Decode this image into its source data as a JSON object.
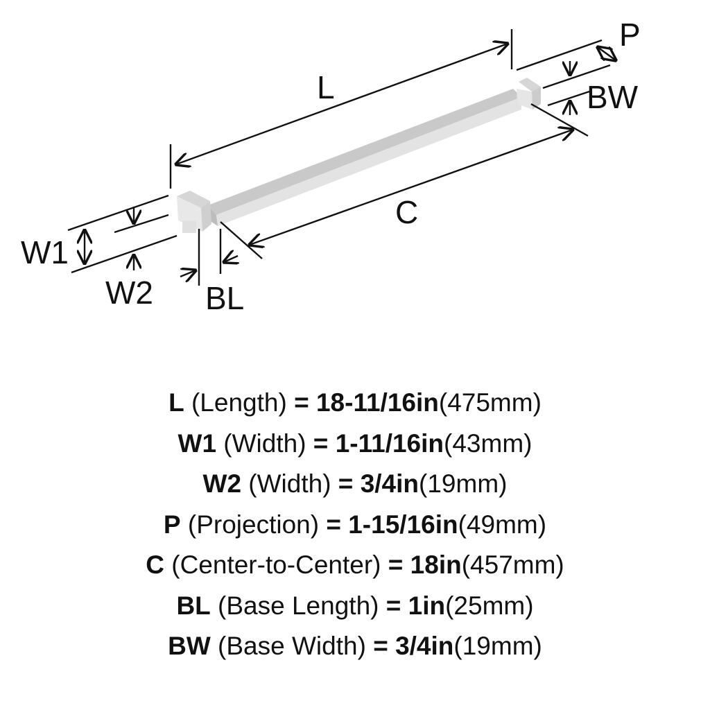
{
  "diagram": {
    "labels": {
      "L": "L",
      "C": "C",
      "P": "P",
      "BW": "BW",
      "W1": "W1",
      "W2": "W2",
      "BL": "BL"
    },
    "bar_color": "#dcdcdc"
  },
  "specs": [
    {
      "code": "L",
      "desc": " (Length) ",
      "eq": "= ",
      "imperial": "18-11/16in",
      "metric": "(475mm)"
    },
    {
      "code": "W1",
      "desc": " (Width) ",
      "eq": "= ",
      "imperial": "1-11/16in",
      "metric": "(43mm)"
    },
    {
      "code": "W2",
      "desc": " (Width) ",
      "eq": "= ",
      "imperial": "3/4in",
      "metric": "(19mm)"
    },
    {
      "code": "P",
      "desc": " (Projection) ",
      "eq": "= ",
      "imperial": "1-15/16in",
      "metric": "(49mm)"
    },
    {
      "code": "C",
      "desc": " (Center-to-Center) ",
      "eq": "= ",
      "imperial": "18in",
      "metric": "(457mm)"
    },
    {
      "code": "BL",
      "desc": " (Base Length) ",
      "eq": "= ",
      "imperial": "1in",
      "metric": "(25mm)"
    },
    {
      "code": "BW",
      "desc": " (Base Width) ",
      "eq": "= ",
      "imperial": "3/4in",
      "metric": "(19mm)"
    }
  ]
}
